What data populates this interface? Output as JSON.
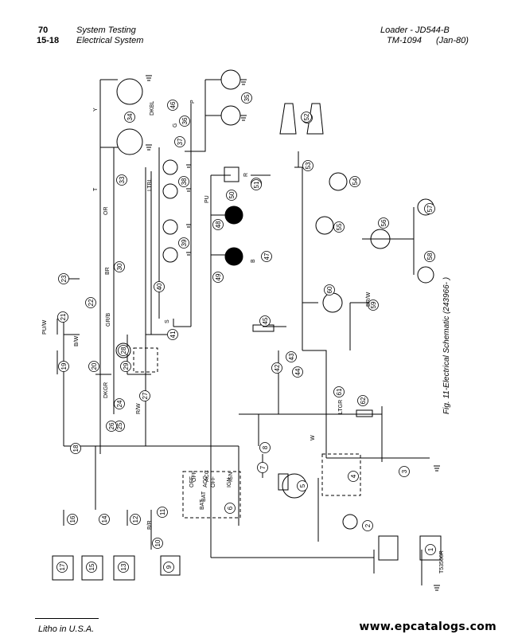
{
  "header": {
    "page_number": "70",
    "section_number": "15-18",
    "group_title": "System Testing",
    "subsection_title": "Electrical System",
    "machine": "Loader - JD544-B",
    "manual": "TM-1094",
    "date": "(Jan-80)"
  },
  "figure": {
    "caption": "Fig. 11-Electrical Schematic (243966-        )",
    "drawing_number": "T53566R"
  },
  "components": [
    "1",
    "2",
    "3",
    "4",
    "5",
    "6",
    "7",
    "8",
    "9",
    "10",
    "11",
    "12",
    "13",
    "14",
    "15",
    "16",
    "17",
    "18",
    "19",
    "20",
    "21",
    "22",
    "23",
    "24",
    "25",
    "26",
    "27",
    "28",
    "29",
    "30",
    "31",
    "32",
    "33",
    "34",
    "35",
    "36",
    "37",
    "38",
    "39",
    "40",
    "41",
    "42",
    "43",
    "44",
    "45",
    "46",
    "47",
    "48",
    "49",
    "50",
    "51",
    "52",
    "53",
    "54",
    "55",
    "56",
    "57",
    "58",
    "59",
    "60",
    "61",
    "62"
  ],
  "wire_labels": [
    "Y",
    "T",
    "DKBL",
    "G",
    "P",
    "LTBL",
    "OR",
    "BR",
    "PU",
    "R",
    "B",
    "R/W",
    "PU/W",
    "B/W",
    "BR/W",
    "DKGR",
    "GR/B",
    "W",
    "S",
    "BAT",
    "ACC",
    "IGN",
    "OFF",
    "B/R",
    "LTGR"
  ],
  "footer": {
    "litho": "Litho in U.S.A."
  },
  "watermark": "www.epcatalogs.com"
}
